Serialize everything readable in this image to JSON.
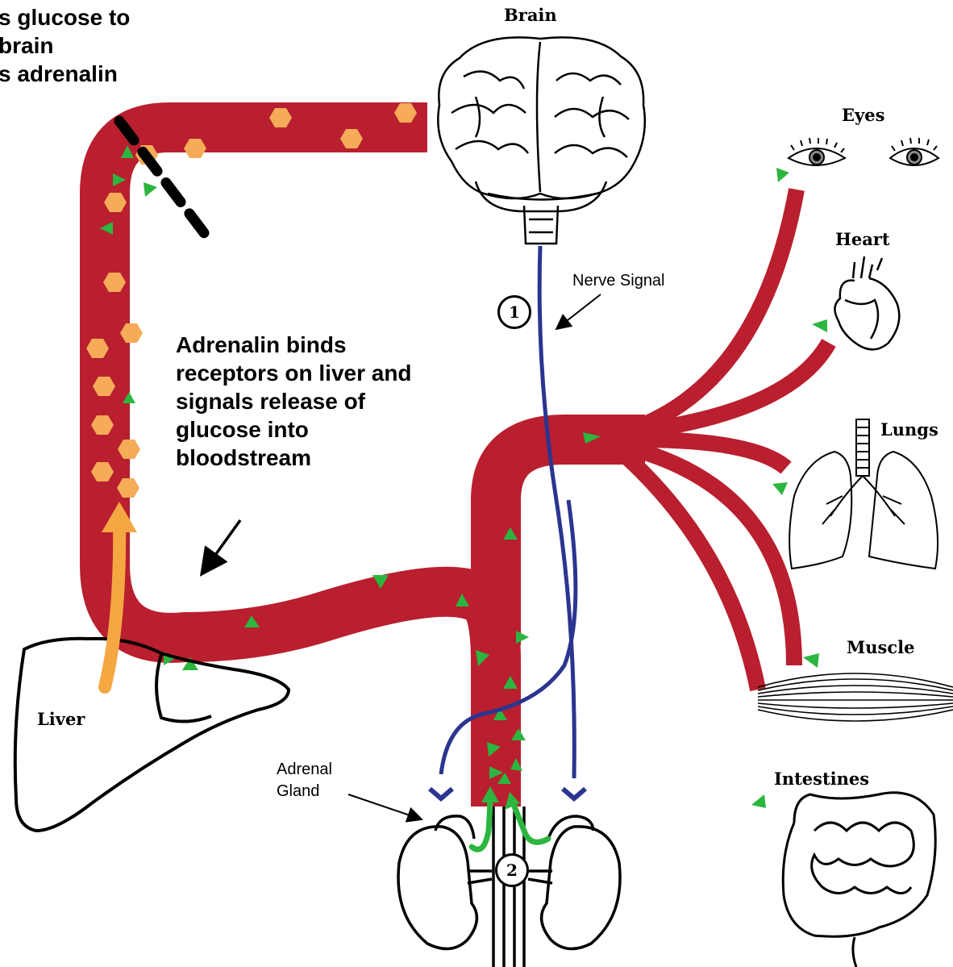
{
  "top_left_text": {
    "line1": "s glucose to",
    "line2": "brain",
    "line3": "s adrenalin"
  },
  "callout_liver": {
    "line1": "Adrenalin binds",
    "line2": "receptors on liver and",
    "line3": "signals release of",
    "line4": "glucose into",
    "line5": "bloodstream"
  },
  "labels": {
    "brain": "Brain",
    "eyes": "Eyes",
    "heart": "Heart",
    "lungs": "Lungs",
    "muscle": "Muscle",
    "intestines": "Intestines",
    "liver": "Liver",
    "nerve_signal": "Nerve Signal",
    "adrenal_line1": "Adrenal",
    "adrenal_line2": "Gland"
  },
  "step_markers": {
    "step1": "1",
    "step2": "2"
  },
  "colors": {
    "blood_vessel": "#b91f2e",
    "glucose": "#f5ab57",
    "adrenalin": "#2cb53f",
    "nerve": "#2b3590",
    "release_arrow": "#f5a742"
  }
}
